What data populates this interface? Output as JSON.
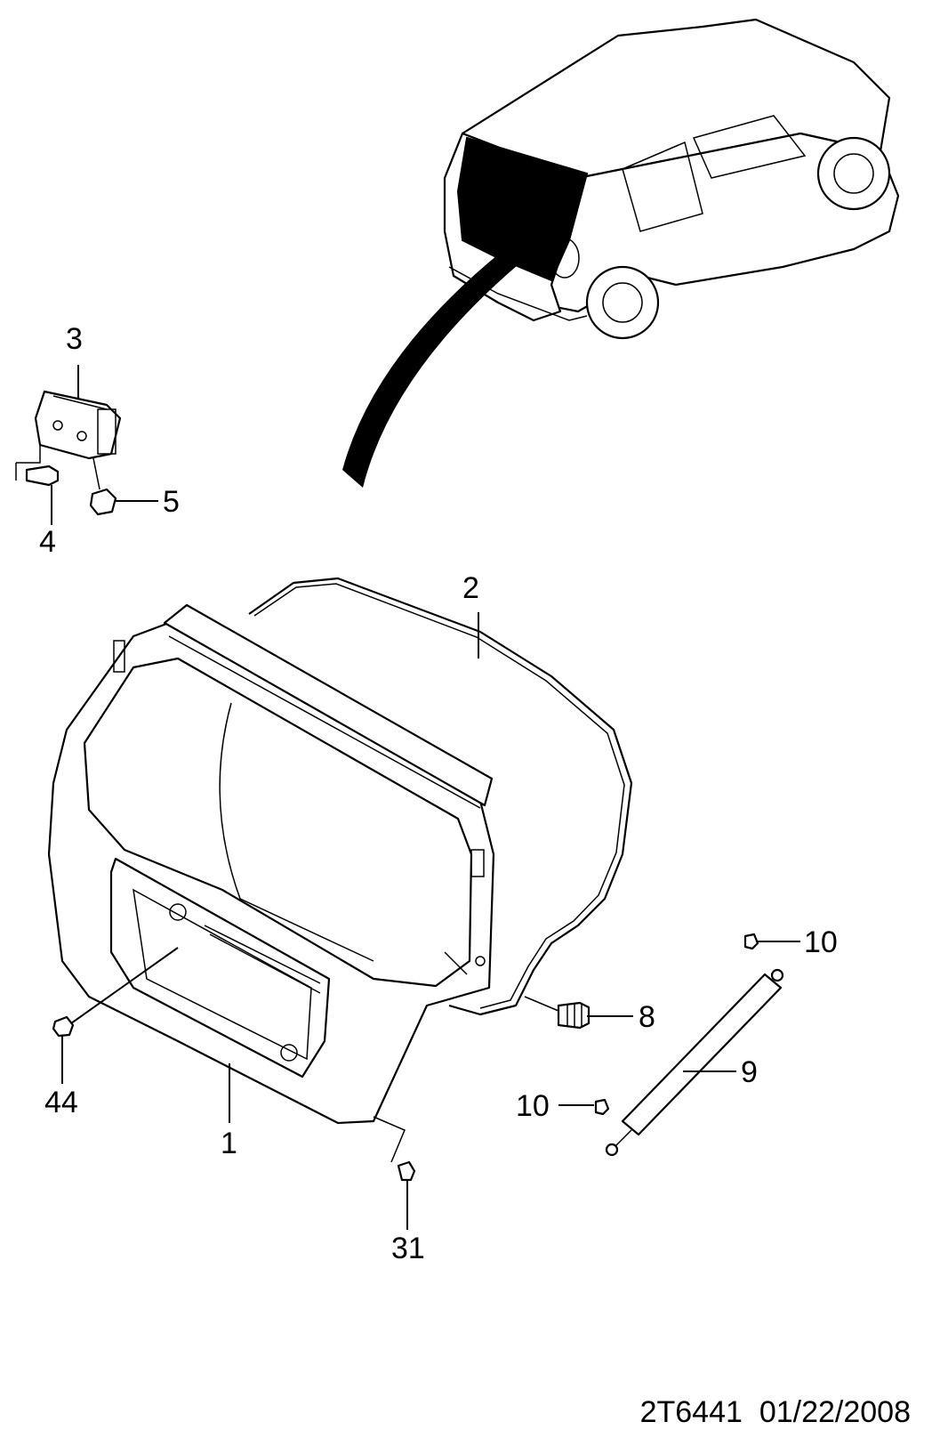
{
  "callouts": {
    "c1": "1",
    "c2": "2",
    "c3": "3",
    "c4": "4",
    "c5": "5",
    "c8": "8",
    "c9": "9",
    "c10a": "10",
    "c10b": "10",
    "c31": "31",
    "c44": "44"
  },
  "footer": {
    "code": "2T6441",
    "date": "01/22/2008"
  }
}
